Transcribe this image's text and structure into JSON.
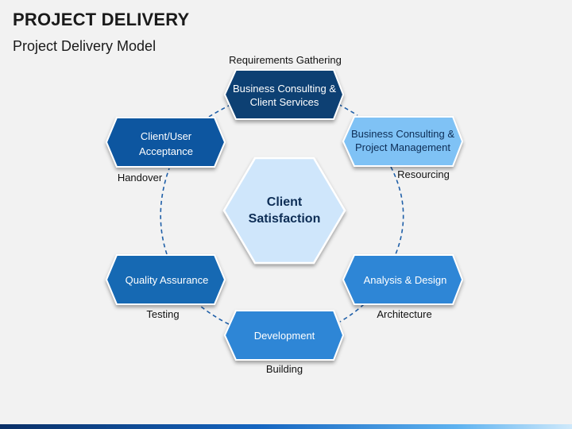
{
  "header": {
    "title": "PROJECT DELIVERY",
    "subtitle": "Project Delivery Model"
  },
  "colors": {
    "dark_navy": "#0b3f73",
    "mid_blue": "#1669b3",
    "bright_blue": "#2f86d6",
    "light_blue": "#7fc2f5",
    "pale_blue": "#cfe6fb",
    "dashed_line": "#1f5fa8"
  },
  "center": {
    "line1": "Client",
    "line2": "Satisfaction"
  },
  "stages": [
    {
      "id": "top",
      "line1": "Business Consulting &",
      "line2": "Client Services",
      "outer_label": "Requirements Gathering"
    },
    {
      "id": "upper-right",
      "line1": "Business Consulting &",
      "line2": "Project Management",
      "outer_label": "Resourcing"
    },
    {
      "id": "lower-right",
      "line1": "Analysis & Design",
      "line2": "",
      "outer_label": "Architecture"
    },
    {
      "id": "bottom",
      "line1": "Development",
      "line2": "",
      "outer_label": "Building"
    },
    {
      "id": "lower-left",
      "line1": "Quality Assurance",
      "line2": "",
      "outer_label": "Testing"
    },
    {
      "id": "upper-left",
      "line1": "Client/User",
      "line2": "Acceptance",
      "outer_label": "Handover"
    }
  ]
}
